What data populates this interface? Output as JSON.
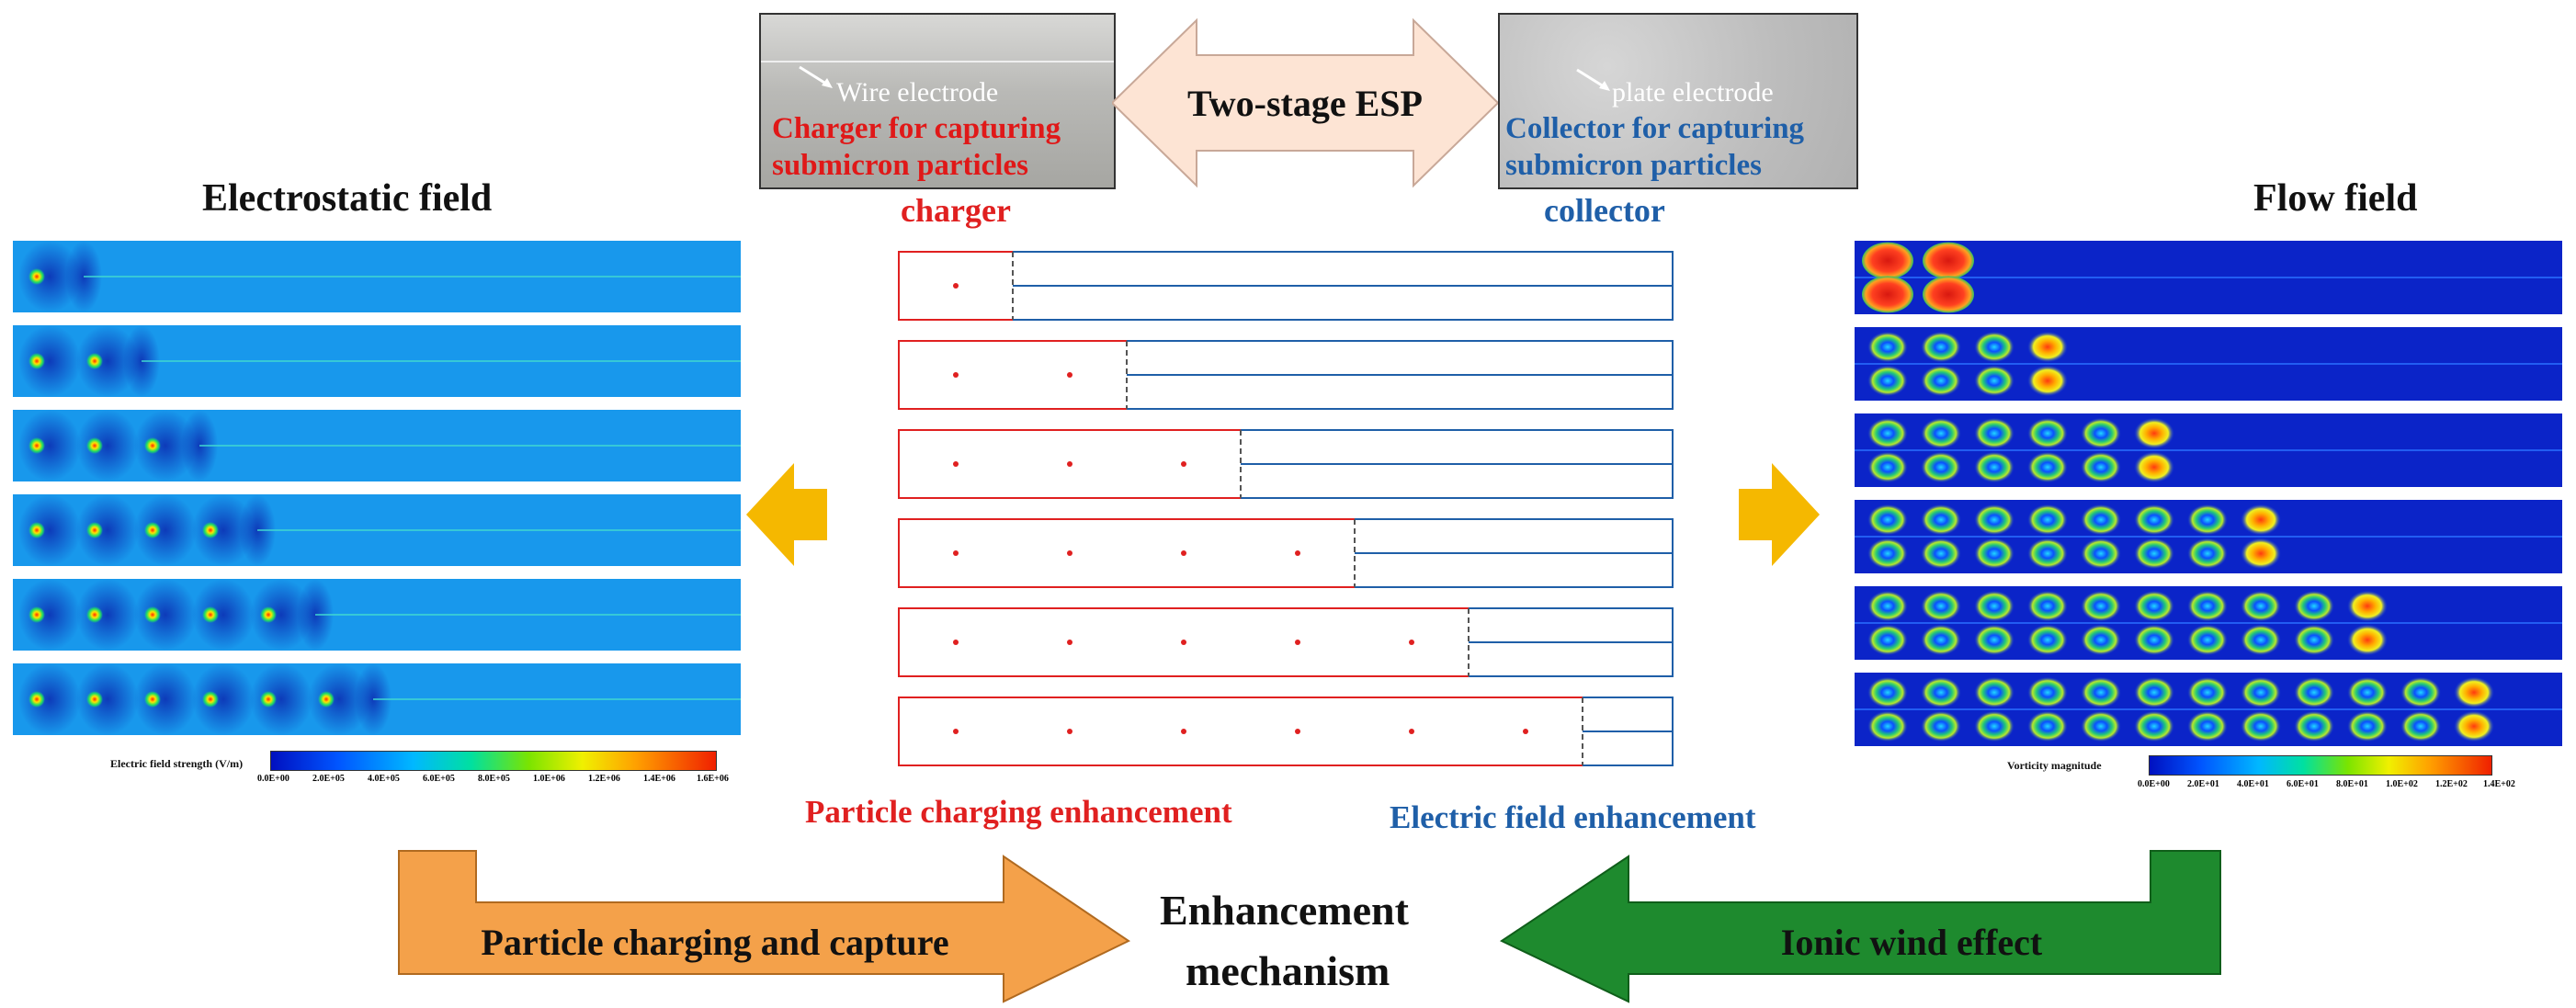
{
  "top": {
    "photo_left": {
      "label": "Wire electrode",
      "caption_line1": "Charger for capturing",
      "caption_line2": "submicron particles"
    },
    "center_arrow_label": "Two-stage ESP",
    "photo_right": {
      "label": "plate electrode",
      "caption_line1": "Collector for capturing",
      "caption_line2": "submicron particles"
    }
  },
  "left_panel": {
    "title": "Electrostatic field",
    "colorbar_title": "Electric field strength (V/m)",
    "colorbar_ticks": [
      "0.0E+00",
      "2.0E+05",
      "4.0E+05",
      "6.0E+05",
      "8.0E+05",
      "1.0E+06",
      "1.2E+06",
      "1.4E+06",
      "1.6E+06"
    ]
  },
  "right_panel": {
    "title": "Flow field",
    "colorbar_title": "Vorticity magnitude",
    "colorbar_ticks": [
      "0.0E+00",
      "2.0E+01",
      "4.0E+01",
      "6.0E+01",
      "8.0E+01",
      "1.0E+02",
      "1.2E+02",
      "1.4E+02"
    ]
  },
  "center": {
    "charger_label": "charger",
    "collector_label": "collector",
    "particle_charging_label": "Particle charging enhancement",
    "electric_field_label": "Electric field enhancement",
    "configs_wire_counts": [
      1,
      2,
      3,
      4,
      5,
      6
    ]
  },
  "bottom": {
    "left_arrow_label": "Particle charging and capture",
    "center_line1": "Enhancement",
    "center_line2": "mechanism",
    "right_arrow_label": "Ionic wind effect"
  },
  "colors": {
    "charger_red": "#e02020",
    "collector_blue": "#1f5fa8",
    "orange_arrow": "#f4a14a",
    "green_arrow": "#1e8a2e",
    "yellow_arrow": "#f5b800",
    "peach_arrow": "#fde4d4"
  }
}
